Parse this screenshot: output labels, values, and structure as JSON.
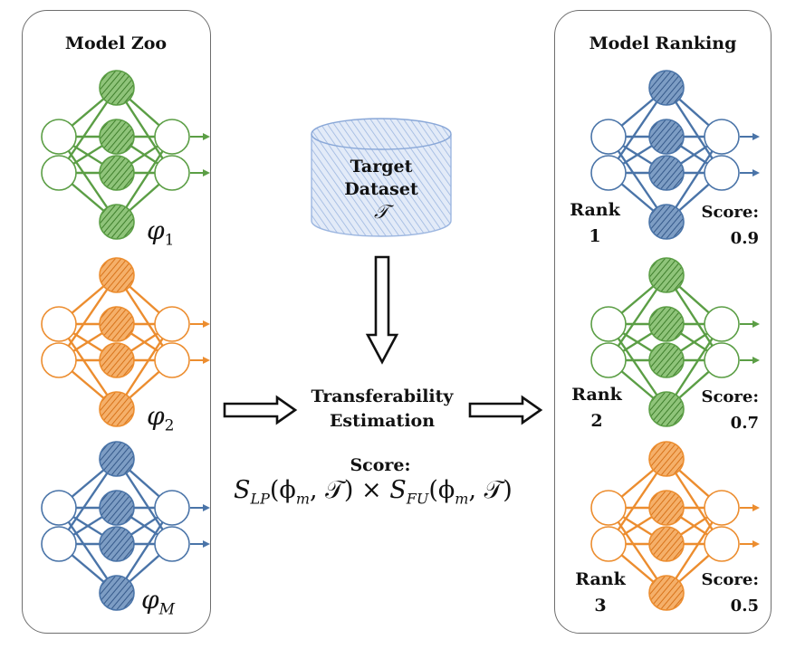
{
  "colors": {
    "green": "#5b9e45",
    "orange": "#ec8d2f",
    "blue": "#4a74a8",
    "dataset": "#7d9fd6",
    "border": "#6e6e6e"
  },
  "zoo": {
    "title": "Model Zoo",
    "models": [
      {
        "label": "φ",
        "sub": "1",
        "color": "green"
      },
      {
        "label": "φ",
        "sub": "2",
        "color": "orange"
      },
      {
        "label": "φ",
        "sub": "M",
        "color": "blue"
      }
    ]
  },
  "dataset": {
    "line1": "Target",
    "line2": "Dataset",
    "symbol": "𝒯"
  },
  "estimation": {
    "line1": "Transferability",
    "line2": "Estimation"
  },
  "score": {
    "label": "Score:",
    "formula_left": "S",
    "sub_lp": "LP",
    "arg1": "(ϕ",
    "sub_m": "m",
    "arg1_end": ", 𝒯)",
    "times": "×",
    "formula_right": "S",
    "sub_fu": "FU",
    "arg2": "(ϕ",
    "arg2_end": ", 𝒯)"
  },
  "ranking": {
    "title": "Model Ranking",
    "entries": [
      {
        "rank_label": "Rank",
        "rank": "1",
        "score_label": "Score:",
        "score": "0.9",
        "color": "blue"
      },
      {
        "rank_label": "Rank",
        "rank": "2",
        "score_label": "Score:",
        "score": "0.7",
        "color": "green"
      },
      {
        "rank_label": "Rank",
        "rank": "3",
        "score_label": "Score:",
        "score": "0.5",
        "color": "orange"
      }
    ]
  }
}
